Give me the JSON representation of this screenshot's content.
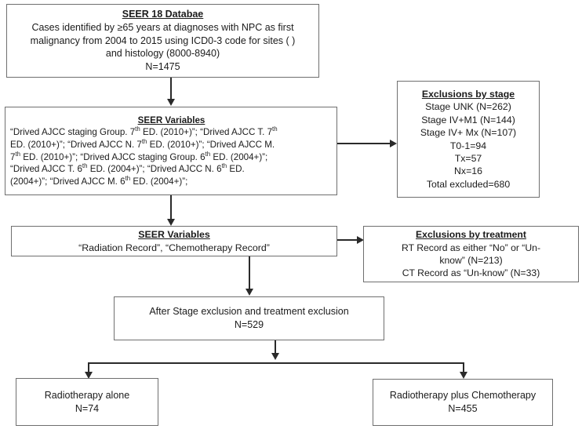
{
  "diagram": {
    "type": "flowchart",
    "title": "SEER NPC cohort selection flowchart",
    "box_border_color": "#6f6f6f",
    "connector_color": "#2a2a2a",
    "background": "#ffffff"
  },
  "nodes": {
    "database": {
      "title": "SEER 18 Databae",
      "line1": "Cases identified by ≥65 years at diagnoses with NPC as first",
      "line2": "malignancy from 2004 to 2015 using ICD0-3 code for sites ( )",
      "line3": "and histology (8000-8940)",
      "line4": "N=1475"
    },
    "seer_variables_stage": {
      "title": "SEER Variables",
      "line1": "“Drived AJCC staging Group. 7",
      "line1_sup": "th",
      "line1b": " ED. (2010+)”; “Drived AJCC T. 7",
      "line1b_sup": "th",
      "line2": "ED. (2010+)”; “Drived AJCC N. 7",
      "line2_sup": "th",
      "line2b": " ED. (2010+)”; “Drived AJCC M.",
      "line3": "7",
      "line3_sup": "th",
      "line3b": " ED. (2010+)”;  “Drived AJCC staging Group. 6",
      "line3c_sup": "th",
      "line3c": " ED. (2004+)”;",
      "line4": "“Drived AJCC T. 6",
      "line4_sup": "th",
      "line4b": " ED. (2004+)”; “Drived AJCC N. 6",
      "line4c_sup": "th",
      "line4c": " ED.",
      "line5": "(2004+)”; “Drived AJCC M. 6",
      "line5_sup": "th",
      "line5b": " ED. (2004+)”;"
    },
    "exclusions_stage": {
      "title": "Exclusions by stage",
      "line1": "Stage UNK (N=262)",
      "line2": "Stage IV+M1 (N=144)",
      "line3": "Stage IV+ Mx (N=107)",
      "line4": "T0-1=94",
      "line5": "Tx=57",
      "line6": "Nx=16",
      "line7": "Total excluded=680"
    },
    "seer_variables_treatment": {
      "title": "SEER Variables",
      "line1": "“Radiation Record”, “Chemotherapy Record”"
    },
    "exclusions_treatment": {
      "title": "Exclusions by treatment",
      "line1": "RT  Record as either “No” or “Un-",
      "line2": "know” (N=213)",
      "line3": "CT Record as “Un-know” (N=33)"
    },
    "after_exclusions": {
      "line1": "After Stage exclusion and treatment exclusion",
      "line2": "N=529"
    },
    "radiotherapy_alone": {
      "line1": "Radiotherapy alone",
      "line2": "N=74"
    },
    "radiotherapy_plus_chemo": {
      "line1": "Radiotherapy plus Chemotherapy",
      "line2": "N=455"
    }
  },
  "connectors": [
    {
      "name": "database-to-seer-variables",
      "kind": "vertical-arrow"
    },
    {
      "name": "seer-variables-to-stage-exclusions",
      "kind": "horizontal-arrow"
    },
    {
      "name": "seer-variables-to-treatment-variables",
      "kind": "vertical-arrow"
    },
    {
      "name": "treatment-variables-to-treatment-exclusions",
      "kind": "horizontal-arrow"
    },
    {
      "name": "treatment-variables-to-after-exclusions",
      "kind": "vertical-arrow"
    },
    {
      "name": "after-exclusions-split",
      "kind": "branch"
    },
    {
      "name": "branch-to-radiotherapy-alone",
      "kind": "vertical-arrow"
    },
    {
      "name": "branch-to-radiotherapy-plus-chemo",
      "kind": "vertical-arrow"
    }
  ]
}
